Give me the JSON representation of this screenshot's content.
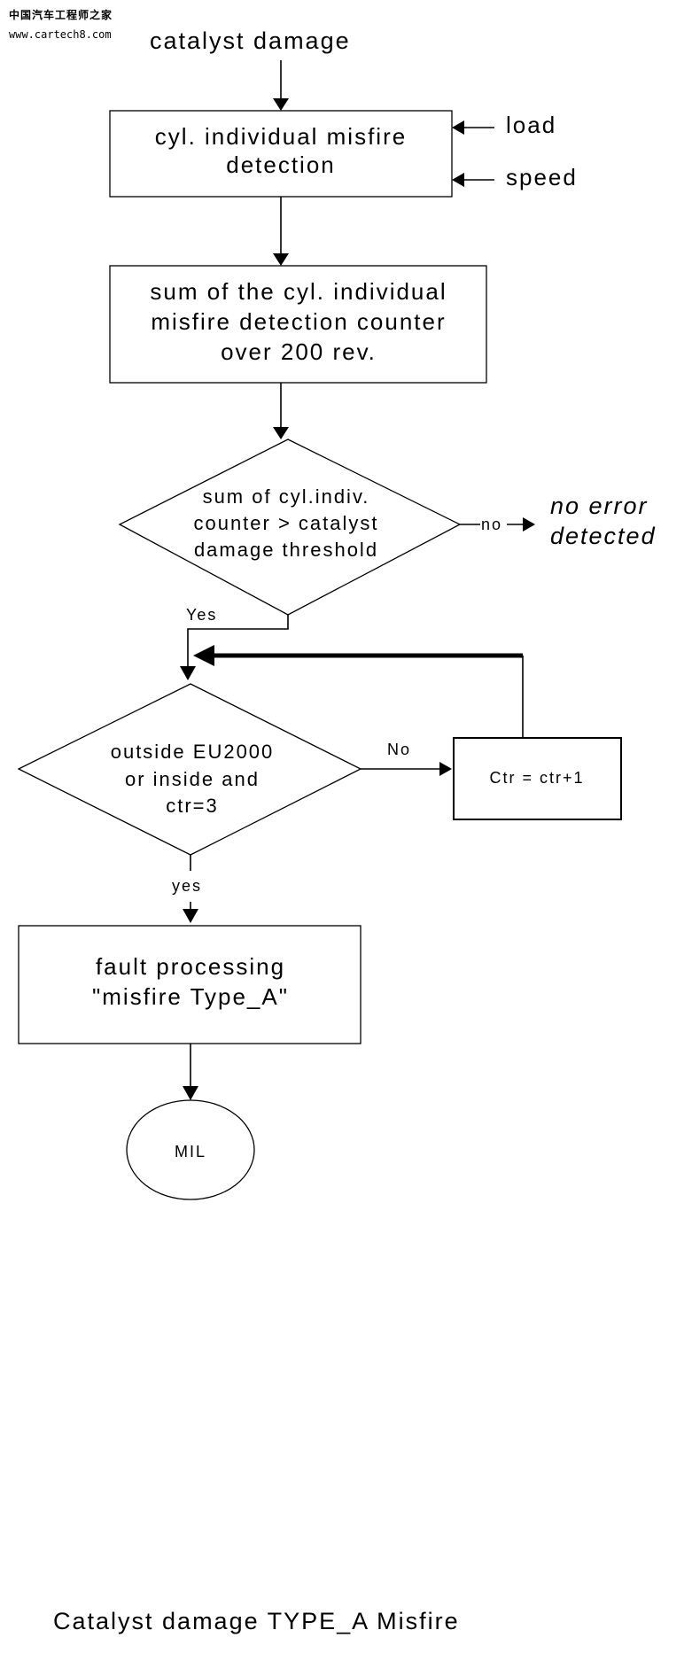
{
  "watermark": {
    "line1": "中国汽车工程师之家",
    "line2": "www.cartech8.com"
  },
  "diagram": {
    "start_label": "catalyst damage",
    "misfire_box": [
      "cyl. individual misfire",
      "detection"
    ],
    "input_load": "load",
    "input_speed": "speed",
    "sum_box": [
      "sum of the cyl. individual",
      "misfire detection counter",
      "over 200 rev."
    ],
    "threshold_decision": [
      "sum of cyl.indiv.",
      "counter > catalyst",
      "damage threshold"
    ],
    "threshold_no": "no",
    "no_error": [
      "no error",
      "detected"
    ],
    "threshold_yes": "Yes",
    "eu_decision": [
      "outside EU2000",
      "or inside  and",
      "ctr=3"
    ],
    "eu_no": "No",
    "counter_box": "Ctr = ctr+1",
    "eu_yes": "yes",
    "fault_box": [
      "fault processing",
      "\"misfire Type_A\""
    ],
    "mil": "MIL",
    "caption": "Catalyst damage TYPE_A Misfire"
  }
}
